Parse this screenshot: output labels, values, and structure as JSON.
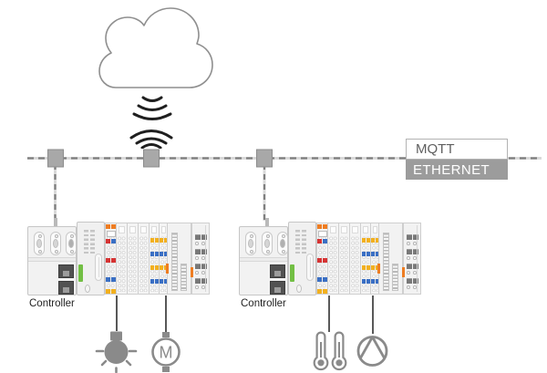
{
  "diagram": {
    "bus": {
      "protocol_label": "MQTT",
      "network_label": "ETHERNET",
      "node_count": 3
    },
    "cloud": {
      "icon": "cloud-icon"
    },
    "wireless": {
      "down_icon": "wifi-signal-down-icon",
      "up_icon": "wifi-signal-up-icon"
    },
    "controllers": [
      {
        "label": "Controller",
        "outputs": [
          "light-bulb",
          "motor"
        ]
      },
      {
        "label": "Controller",
        "outputs": [
          "thermometer",
          "thermometer",
          "pump"
        ]
      }
    ],
    "motor_symbol": "M",
    "io_modules": [
      {
        "kind": "mixed",
        "markers": [
          {
            "y": 1,
            "colors": [
              "orange",
              "orange"
            ]
          },
          {
            "y": 8,
            "colors": [
              "box"
            ]
          },
          {
            "y": 17,
            "colors": [
              "red",
              "blue"
            ]
          },
          {
            "y": 38,
            "colors": [
              "red",
              "red"
            ]
          },
          {
            "y": 59,
            "colors": [
              "blue",
              "blue"
            ]
          },
          {
            "y": 72,
            "colors": [
              "yellow",
              "yellow"
            ]
          }
        ]
      },
      {
        "kind": "plain",
        "markers": []
      },
      {
        "kind": "plain",
        "markers": []
      },
      {
        "kind": "plain",
        "markers": []
      },
      {
        "kind": "analog",
        "markers": [
          {
            "y": 16,
            "colors": [
              "yellow",
              "yellow"
            ]
          },
          {
            "y": 31,
            "colors": [
              "blue",
              "blue"
            ]
          },
          {
            "y": 46,
            "colors": [
              "yellow",
              "yellow"
            ]
          },
          {
            "y": 61,
            "colors": [
              "blue",
              "blue"
            ]
          }
        ]
      },
      {
        "kind": "analog",
        "markers": [
          {
            "y": 16,
            "colors": [
              "yellow",
              "yellow"
            ]
          },
          {
            "y": 31,
            "colors": [
              "blue",
              "blue"
            ]
          },
          {
            "y": 46,
            "colors": [
              "yellow",
              "yellow"
            ]
          },
          {
            "y": 61,
            "colors": [
              "blue",
              "blue"
            ]
          }
        ]
      }
    ],
    "colors": {
      "icon_gray": "#8a8a8a",
      "wifi_dark": "#1f1f1f",
      "bus_dash": "#7f7f7f",
      "bus_base": "#d9d9d9",
      "node_fill": "#a8a8a8",
      "node_border": "#8c8c8c",
      "ethernet_bg": "#9c9c9c",
      "mqtt_text": "#5f5f5f",
      "label_text": "#1f1f1f",
      "wago_green": "#72bf44",
      "marker_orange": "#ee7d22",
      "marker_red": "#d63333",
      "marker_blue": "#3a6fc4",
      "marker_yellow": "#f2b01e",
      "device_body": "#f2f2f2",
      "device_border": "#c6c6c6",
      "wire_dark": "#2f2f2f"
    }
  }
}
